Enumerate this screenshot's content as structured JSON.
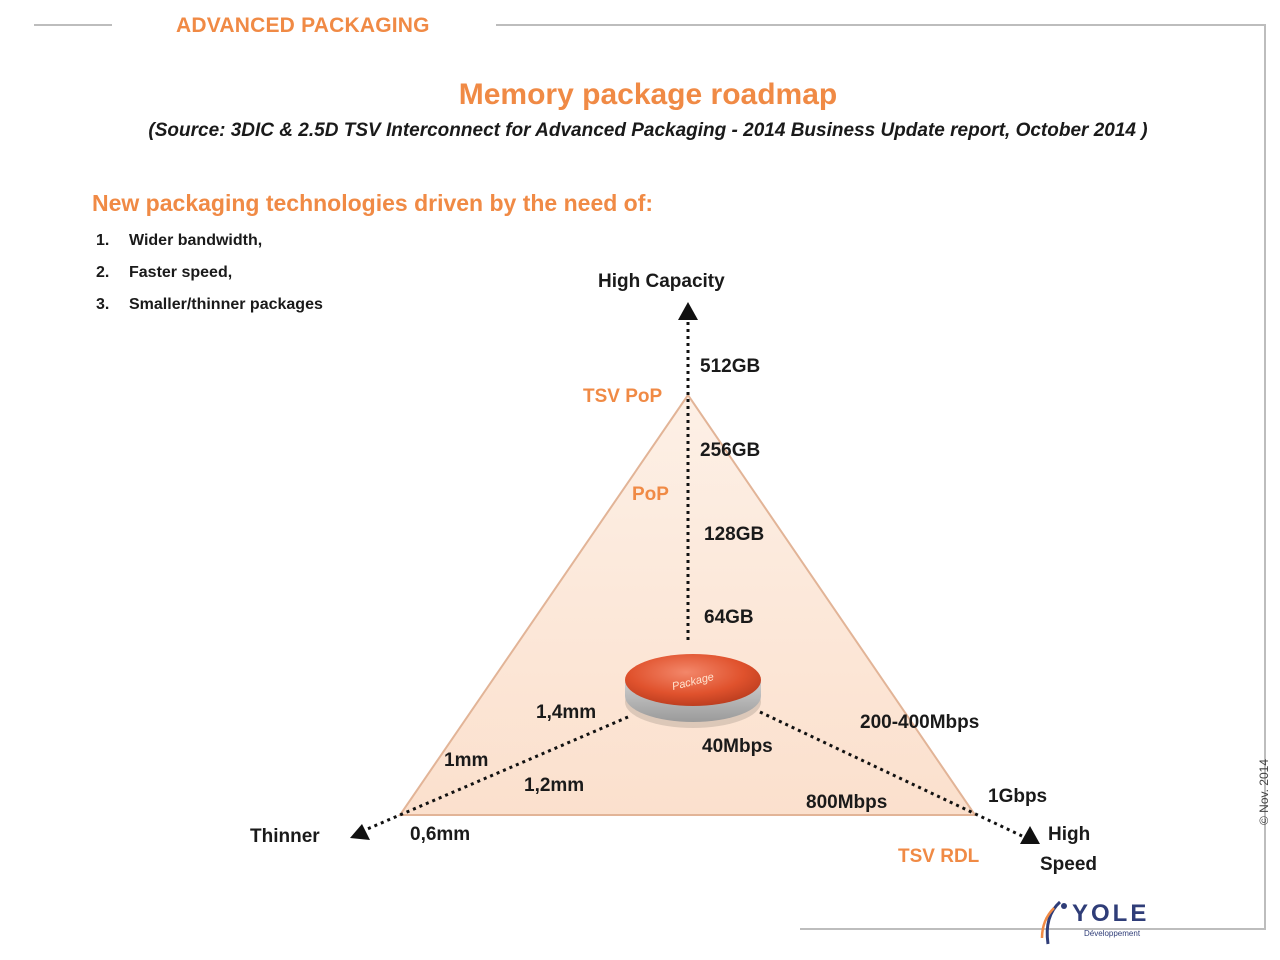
{
  "header": {
    "section_tag": "ADVANCED PACKAGING",
    "title": "Memory package roadmap",
    "source": "(Source: 3DIC & 2.5D TSV Interconnect for Advanced Packaging - 2014 Business Update report, October 2014 )"
  },
  "intro": {
    "heading": "New packaging technologies driven by the need of:",
    "needs": [
      {
        "num": "1.",
        "text": "Wider bandwidth,"
      },
      {
        "num": "2.",
        "text": "Faster speed,"
      },
      {
        "num": "3.",
        "text": "Smaller/thinner packages"
      }
    ]
  },
  "diagram": {
    "axes": {
      "capacity": "High Capacity",
      "thinner": "Thinner",
      "speed_line1": "High",
      "speed_line2": "Speed"
    },
    "capacity_labels": [
      "512GB",
      "256GB",
      "128GB",
      "64GB"
    ],
    "thickness_labels": [
      "1,4mm",
      "1mm",
      "1,2mm",
      "0,6mm"
    ],
    "speed_labels": [
      "40Mbps",
      "200-400Mbps",
      "800Mbps",
      "1Gbps"
    ],
    "technologies": {
      "tsv_pop": "TSV PoP",
      "pop": "PoP",
      "tsv_rdl": "TSV RDL"
    },
    "center_package_text": "Package",
    "colors": {
      "accent": "#f08a45",
      "triangle_fill": "#fbe4d5",
      "triangle_stroke": "#e2b497",
      "package": "#e0522d"
    }
  },
  "footer": {
    "copyright": "© Nov. 2014",
    "logo_word": "YOLE",
    "logo_sub": "Développement"
  }
}
